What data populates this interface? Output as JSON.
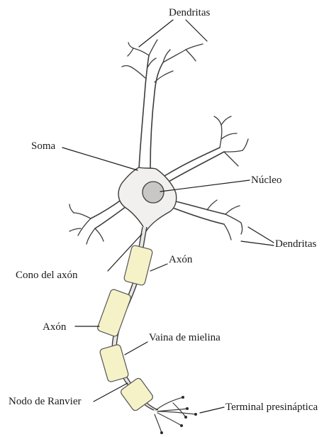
{
  "labels": {
    "dendritas_top": "Dendritas",
    "soma": "Soma",
    "nucleo": "Núcleo",
    "dendritas_right": "Dendritas",
    "cono_axon": "Cono del axón",
    "axon_upper": "Axón",
    "axon_left": "Axón",
    "vaina_mielina": "Vaina de mielina",
    "nodo_ranvier": "Nodo de Ranvier",
    "terminal": "Terminal presináptica"
  },
  "colors": {
    "myelin": "#f5f2c8",
    "soma": "#f1f0ee",
    "nucleus": "#c9c6c6",
    "outline": "#3d3d3d"
  }
}
